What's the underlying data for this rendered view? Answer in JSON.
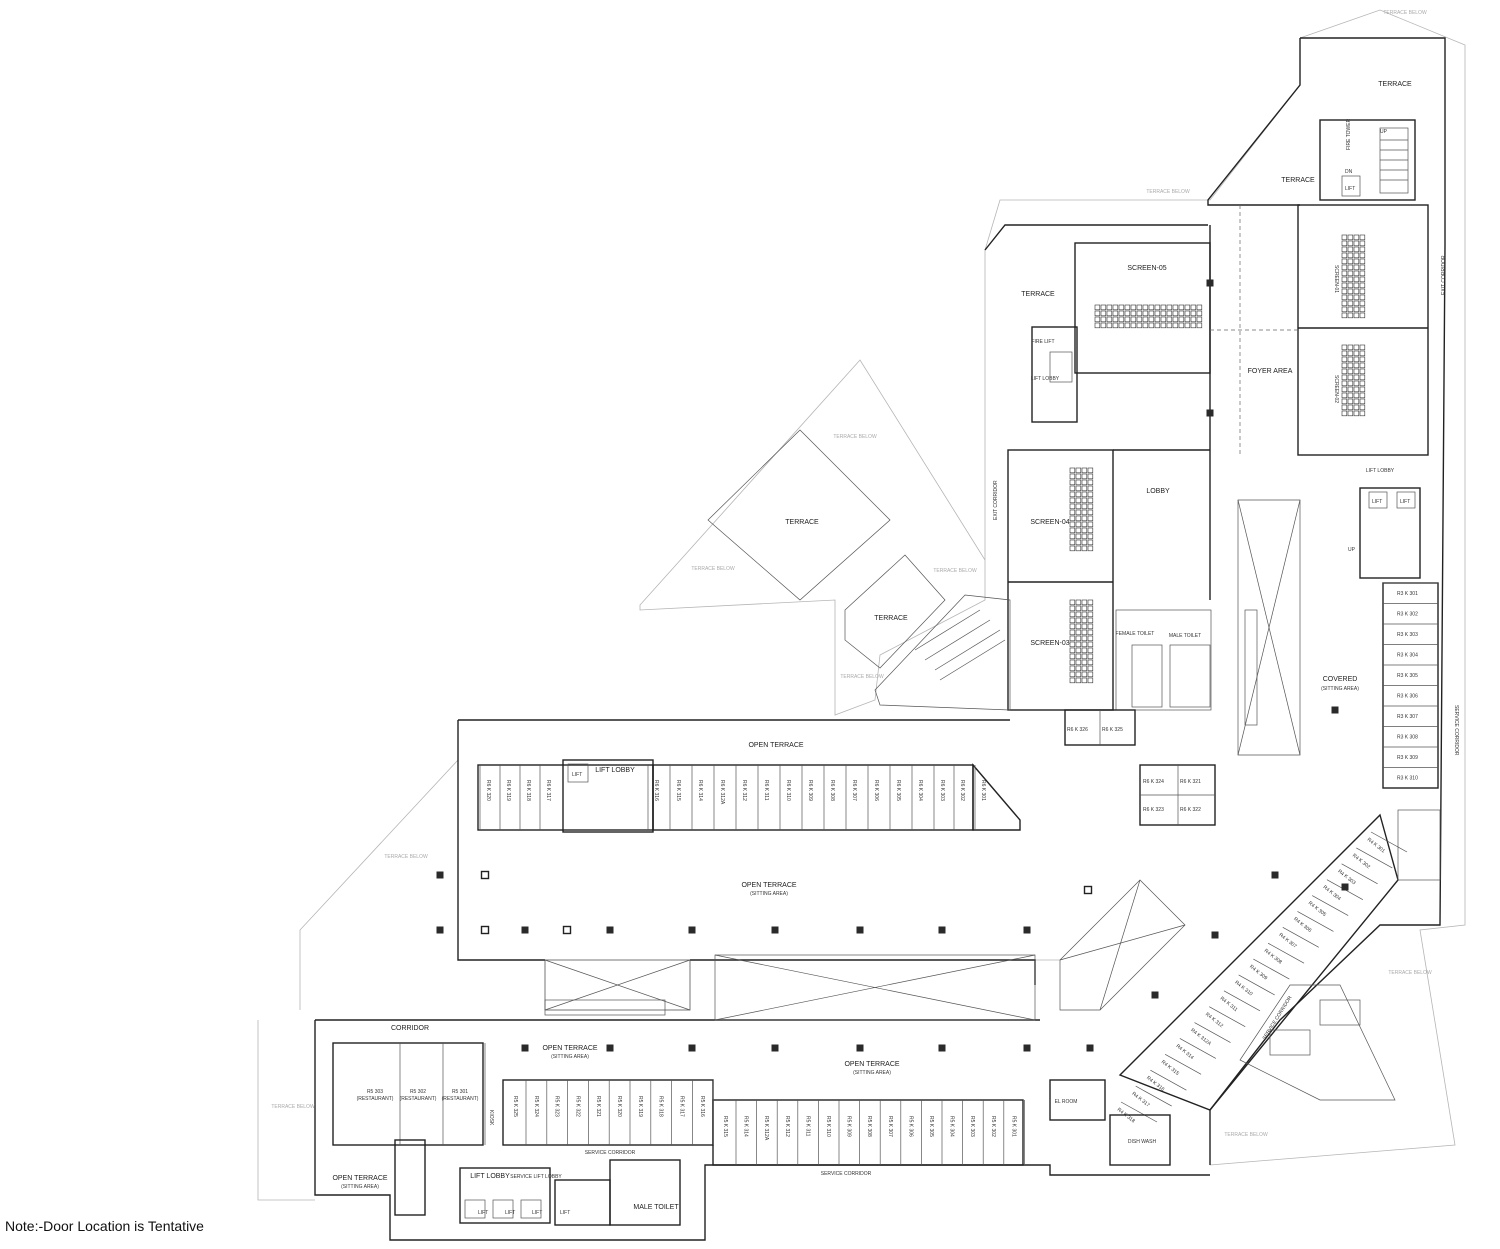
{
  "note": "Note:-Door Location is Tentative",
  "labels": {
    "terrace_top": "TERRACE",
    "terrace_below_top": "TERRACE BELOW",
    "terrace_upper": "TERRACE",
    "fire_tower": "FIRE TOWER",
    "lift_small": "LIFT",
    "terrace_below_mid": "TERRACE BELOW",
    "screen_05": "SCREEN-05",
    "terrace_left": "TERRACE",
    "fire_lift": "FIRE LIFT",
    "lift_lobby_a": "LIFT LOBBY",
    "screen_01": "SCREEN-01",
    "screen_02": "SCREEN-02",
    "foyer": "FOYER AREA",
    "exit_corridor_r": "EXIT CORRIDOR",
    "exit_corridor_l": "EXIT CORRIDOR",
    "lobby": "LOBBY",
    "lift_lobby_b": "LIFT LOBBY",
    "lift_b1": "LIFT",
    "lift_b2": "LIFT",
    "screen_04": "SCREEN-04",
    "screen_03": "SCREEN-03",
    "female_toilet": "FEMALE TOILET",
    "male_toilet_a": "MALE TOILET",
    "terrace_below_diamond": "TERRACE BELOW",
    "terrace_diamond": "TERRACE",
    "terrace_below_c": "TERRACE BELOW",
    "terrace_small": "TERRACE",
    "terrace_below_d": "TERRACE BELOW",
    "covered": "COVERED",
    "covered_sub": "(SITTING AREA)",
    "service_corridor_r": "SERVICE CORRIDOR",
    "open_terrace_top": "OPEN TERRACE",
    "lift_lobby_c": "LIFT LOBBY",
    "lift_c": "LIFT",
    "open_terrace_mid": "OPEN TERRACE",
    "open_terrace_mid_sub": "(SITTING AREA)",
    "terrace_below_e": "TERRACE BELOW",
    "terrace_below_f": "TERRACE BELOW",
    "corridor": "CORRIDOR",
    "open_terrace_b1": "OPEN TERRACE",
    "open_terrace_b1_sub": "(SITTING AREA)",
    "open_terrace_b2": "OPEN TERRACE",
    "open_terrace_b2_sub": "(SITTING AREA)",
    "service_corridor_b1": "SERVICE CORRIDOR",
    "service_corridor_b2": "SERVICE CORRIDOR",
    "open_terrace_sw": "OPEN TERRACE",
    "open_terrace_sw_sub": "(SITTING AREA)",
    "lift_lobby_d": "LIFT LOBBY",
    "service_lift_lobby": "SERVICE LIFT LOBBY",
    "male_toilet_b": "MALE TOILET",
    "el_room": "EL ROOM",
    "dish_wash": "DISH WASH",
    "service_corridor_diag": "SERVICE CORRIDOR",
    "terrace_below_g": "TERRACE BELOW",
    "terrace_below_h": "TERRACE BELOW",
    "restaurant": "(RESTAURANT)",
    "kiosk": "KIOSK",
    "lift_d1": "LIFT",
    "lift_d2": "LIFT",
    "lift_d3": "LIFT",
    "lift_d4": "LIFT",
    "up": "UP",
    "dn": "DN"
  },
  "units": {
    "r3": [
      "R3 K 301",
      "R3 K 302",
      "R3 K 303",
      "R3 K 304",
      "R3 K 305",
      "R3 K 306",
      "R3 K 307",
      "R3 K 308",
      "R3 K 309",
      "R3 K 310"
    ],
    "r4": [
      "R4 K 301",
      "R4 K 302",
      "R4 K 303",
      "R4 K 304",
      "R4 K 305",
      "R4 K 306",
      "R4 K 307",
      "R4 K 308",
      "R4 K 309",
      "R4 K 310",
      "R4 K 311",
      "R4 K 312",
      "R4 K 312A",
      "R4 K 314",
      "R4 K 315",
      "R4 K 316",
      "R4 K 317",
      "R4 K 318"
    ],
    "r6_row": [
      "R6 K 320",
      "R6 K 319",
      "R6 K 318",
      "R6 K 317",
      "R6 K 316",
      "R6 K 315",
      "R6 K 314",
      "R6 K 312A",
      "R6 K 312",
      "R6 K 311",
      "R6 K 310",
      "R6 K 309",
      "R6 K 308",
      "R6 K 307",
      "R6 K 306",
      "R6 K 305",
      "R6 K 304",
      "R6 K 303",
      "R6 K 302",
      "R6 K 301"
    ],
    "r6_block": [
      "R6 K 326",
      "R6 K 325",
      "R6 K 324",
      "R6 K 321",
      "R6 K 323",
      "R6 K 322"
    ],
    "r5_left": [
      "R5 K 325",
      "R5 K 324",
      "R5 K 323",
      "R5 K 322",
      "R5 K 321",
      "R5 K 320",
      "R5 K 319",
      "R5 K 318",
      "R5 K 317",
      "R5 K 316"
    ],
    "r5_right": [
      "R5 K 315",
      "R5 K 314",
      "R5 K 312A",
      "R5 K 312",
      "R5 K 311",
      "R5 K 310",
      "R5 K 309",
      "R5 K 308",
      "R5 K 307",
      "R5 K 306",
      "R5 K 305",
      "R5 K 304",
      "R5 K 303",
      "R5 K 302",
      "R5 K 301"
    ],
    "r5_rest": [
      "R5 303",
      "R5 302",
      "R5 301"
    ]
  }
}
